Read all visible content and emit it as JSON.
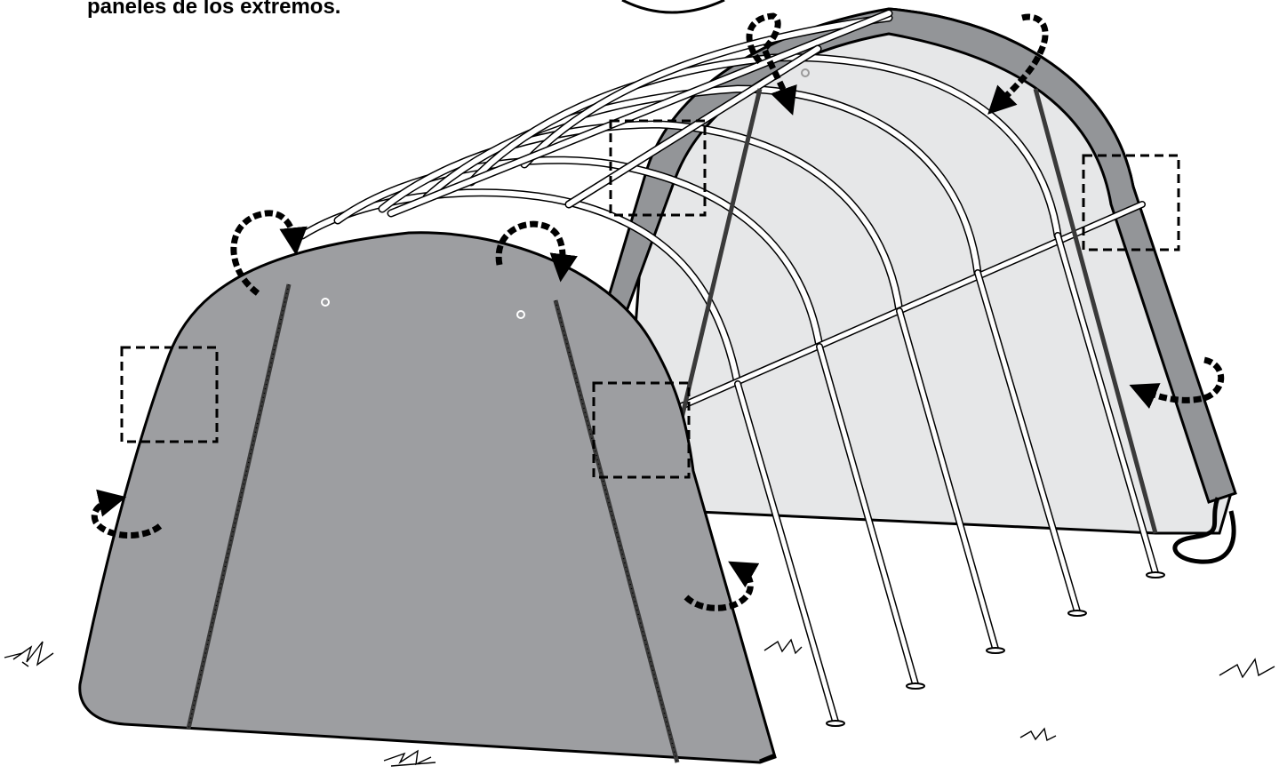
{
  "caption": {
    "text": "paneles de los extremos."
  },
  "colors": {
    "end_panel_fill": "#9d9ea1",
    "cover_fill": "#e6e7e8",
    "cover_trim": "#939598",
    "outline": "#000000",
    "frame": "#ffffff"
  },
  "icons": {
    "fold_arrow": "curved-dashed-arrow",
    "detail_box": "dashed-callout-box",
    "grass": "grass-tuft"
  }
}
